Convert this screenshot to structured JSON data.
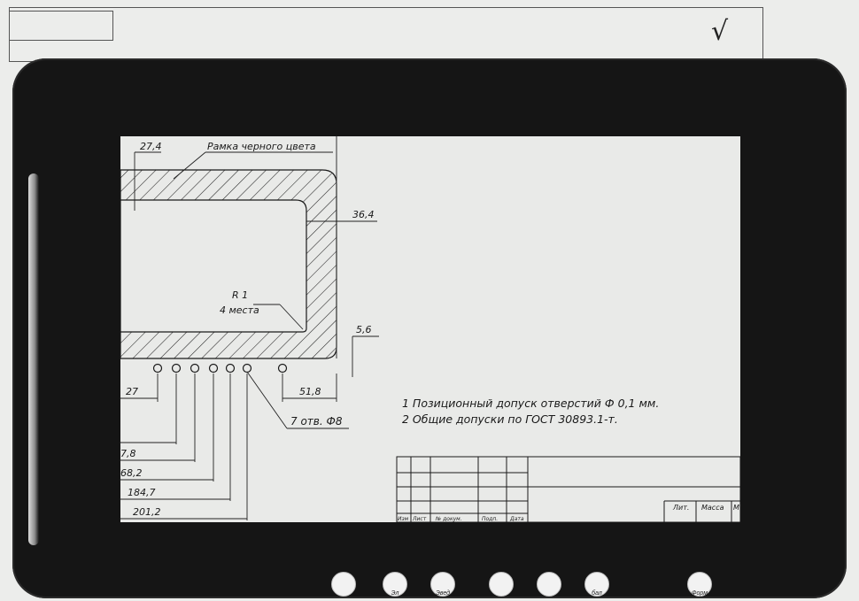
{
  "paper": {
    "check_mark": "√"
  },
  "drawing": {
    "frame_label": "Рамка черного цвета",
    "dim_top": "27,4",
    "dim_right": "36,4",
    "radius": "R 1",
    "radius_count": "4 места",
    "dim_offset": "5,6",
    "dim_spacing": "51,8",
    "holes_label": "7 отв. Ф8",
    "dims_left": [
      "27",
      "7,8",
      "68,2",
      "184,7",
      "201,2"
    ]
  },
  "notes": [
    "1 Позиционный допуск отверстий Ф 0,1 мм.",
    "2 Общие допуски по ГОСТ 30893.1-т."
  ],
  "title_block": {
    "col_lit": "Лит.",
    "col_mass": "Масса",
    "col_m": "М",
    "row_labels": [
      "Изм",
      "Лист",
      "№ докум.",
      "Подп.",
      "Дата"
    ]
  },
  "buttons": [
    {
      "label": ""
    },
    {
      "label": "Эл"
    },
    {
      "label": "Эвед"
    },
    {
      "label": ""
    },
    {
      "label": ""
    },
    {
      "label": "бал"
    },
    {
      "label": "Форм"
    }
  ]
}
